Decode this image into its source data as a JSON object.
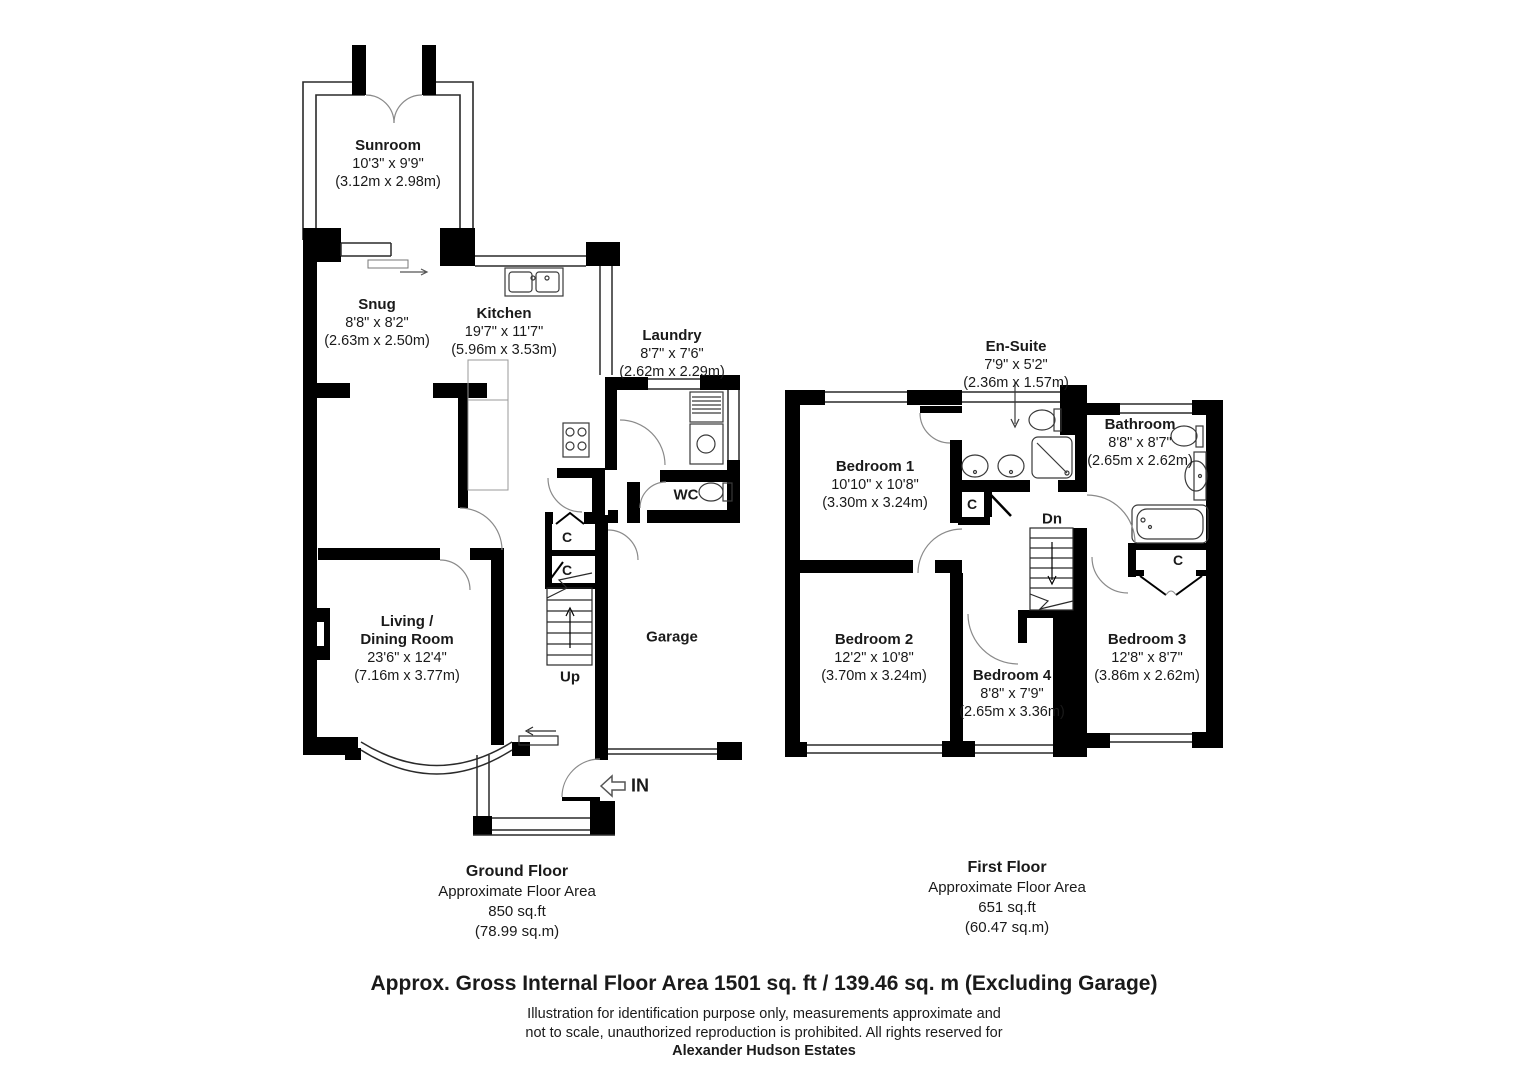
{
  "ground_floor": {
    "rooms": {
      "sunroom": {
        "name": "Sunroom",
        "dims_ft": "10'3\" x 9'9\"",
        "dims_m": "(3.12m x 2.98m)"
      },
      "snug": {
        "name": "Snug",
        "dims_ft": "8'8\" x 8'2\"",
        "dims_m": "(2.63m x 2.50m)"
      },
      "kitchen": {
        "name": "Kitchen",
        "dims_ft": "19'7\" x 11'7\"",
        "dims_m": "(5.96m x 3.53m)"
      },
      "laundry": {
        "name": "Laundry",
        "dims_ft": "8'7\" x 7'6\"",
        "dims_m": "(2.62m x 2.29m)"
      },
      "living_dining": {
        "name_line1": "Living /",
        "name_line2": "Dining Room",
        "dims_ft": "23'6\" x 12'4\"",
        "dims_m": "(7.16m x 3.77m)"
      },
      "garage": {
        "name": "Garage"
      },
      "wc": {
        "name": "WC"
      },
      "closet_a": {
        "name": "C"
      },
      "closet_b": {
        "name": "C"
      },
      "stairs": {
        "name": "Up"
      },
      "entrance": {
        "name": "IN"
      }
    },
    "summary": {
      "title": "Ground Floor",
      "subtitle": "Approximate Floor Area",
      "area_ft": "850 sq.ft",
      "area_m": "(78.99 sq.m)"
    }
  },
  "first_floor": {
    "rooms": {
      "bedroom1": {
        "name": "Bedroom 1",
        "dims_ft": "10'10\" x 10'8\"",
        "dims_m": "(3.30m x 3.24m)"
      },
      "bedroom2": {
        "name": "Bedroom 2",
        "dims_ft": "12'2\" x 10'8\"",
        "dims_m": "(3.70m x 3.24m)"
      },
      "bedroom3": {
        "name": "Bedroom 3",
        "dims_ft": "12'8\" x 8'7\"",
        "dims_m": "(3.86m x 2.62m)"
      },
      "bedroom4": {
        "name": "Bedroom 4",
        "dims_ft": "8'8\" x 7'9\"",
        "dims_m": "(2.65m x 3.36m)"
      },
      "ensuite": {
        "name": "En-Suite",
        "dims_ft": "7'9\" x 5'2\"",
        "dims_m": "(2.36m x 1.57m)"
      },
      "bathroom": {
        "name": "Bathroom",
        "dims_ft": "8'8\" x 8'7\"",
        "dims_m": "(2.65m x 2.62m)"
      },
      "closet_a": {
        "name": "C"
      },
      "closet_b": {
        "name": "C"
      },
      "stairs": {
        "name": "Dn"
      }
    },
    "summary": {
      "title": "First Floor",
      "subtitle": "Approximate Floor Area",
      "area_ft": "651 sq.ft",
      "area_m": "(60.47 sq.m)"
    }
  },
  "footer": {
    "gross_area": "Approx. Gross Internal Floor Area 1501 sq. ft / 139.46 sq. m (Excluding Garage)",
    "disclaimer_line1": "Illustration for identification purpose only, measurements approximate and",
    "disclaimer_line2": "not to scale, unauthorized reproduction is prohibited. All rights reserved for",
    "company": "Alexander Hudson Estates"
  },
  "colors": {
    "wall": "#000000",
    "thin_line": "#3a3a3a",
    "door_arc": "#8a8a8a",
    "background": "#ffffff"
  }
}
